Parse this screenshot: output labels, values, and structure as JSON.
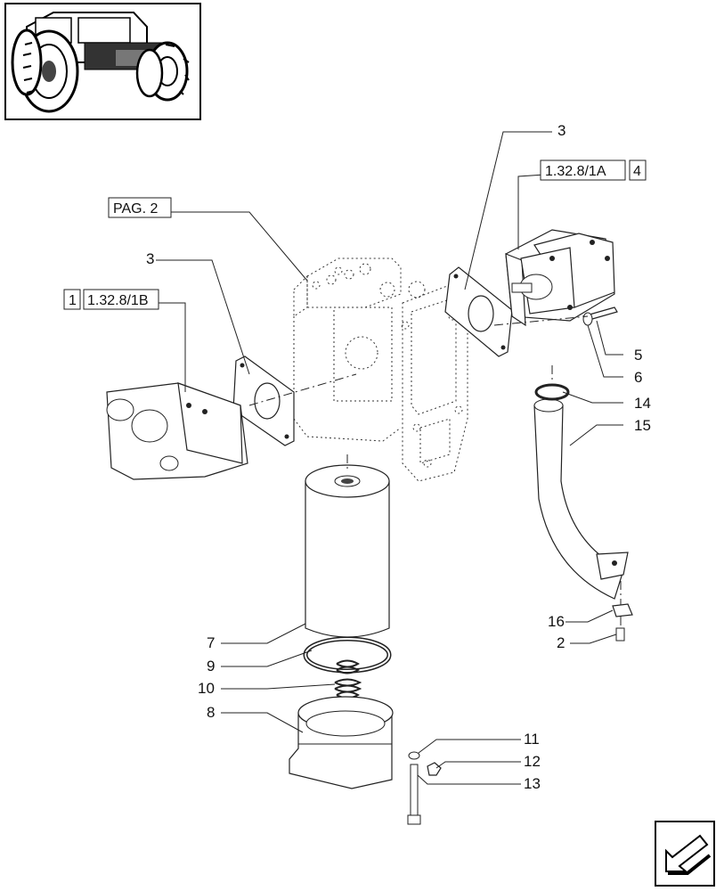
{
  "callouts": {
    "pag2": "PAG. 2",
    "left_ref_num": "1",
    "left_ref_code": "1.32.8/1B",
    "right_ref_code": "1.32.8/1A",
    "right_ref_num": "4"
  },
  "labels": {
    "l3_top": "3",
    "l3_left": "3",
    "l5": "5",
    "l6": "6",
    "l14": "14",
    "l15": "15",
    "l16": "16",
    "l2": "2",
    "l7": "7",
    "l9": "9",
    "l10": "10",
    "l8": "8",
    "l11": "11",
    "l12": "12",
    "l13": "13"
  },
  "icons": {
    "thumbnail": "tractor-thumbnail-icon",
    "nav": "next-page-arrow-icon"
  }
}
